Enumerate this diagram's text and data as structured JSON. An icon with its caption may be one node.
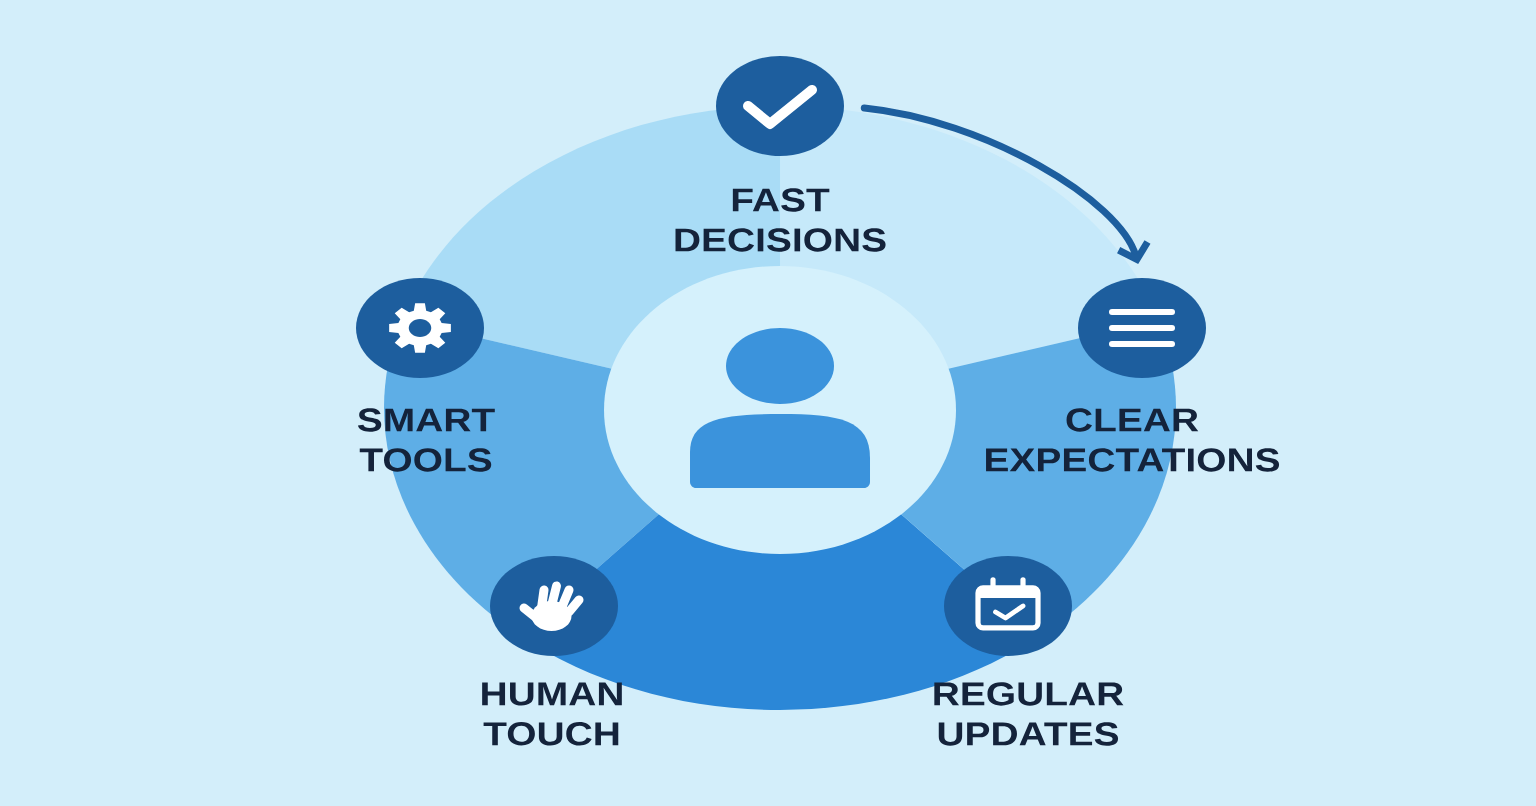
{
  "diagram": {
    "nodes": [
      {
        "text": [
          "FAST DECISIONS"
        ]
      },
      {
        "text": [
          "CLEAR EXPECTATIONS"
        ]
      },
      {
        "text": [
          "REGULAR UPDATES"
        ]
      },
      {
        "text": [
          "HUMAN TOUCH"
        ]
      },
      {
        "text": [
          "SMART TOOLS"
        ]
      },
      {
        "text": [],
        "shape": "person"
      }
    ],
    "edges": [
      {
        "from": 0,
        "to": 1,
        "arrow": "to"
      }
    ]
  }
}
